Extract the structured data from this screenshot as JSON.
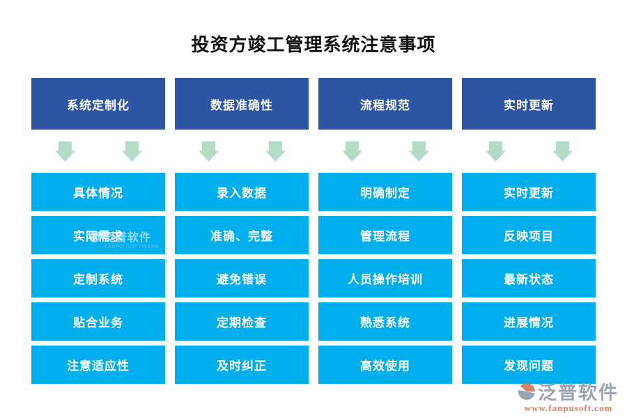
{
  "title": "投资方竣工管理系统注意事项",
  "colors": {
    "header_bg": "#2e55a3",
    "box_bg": "#00aeee",
    "arrow": "#b3dcc6",
    "title_color": "#111111",
    "logo_gray": "#9aa3b2",
    "logo_salmon": "#d9806a"
  },
  "columns": [
    {
      "header": "系统定制化",
      "items": [
        "具体情况",
        "实际需求",
        "定制系统",
        "贴合业务",
        "注意适应性"
      ]
    },
    {
      "header": "数据准确性",
      "items": [
        "录入数据",
        "准确、完整",
        "避免错误",
        "定期检查",
        "及时纠正"
      ]
    },
    {
      "header": "流程规范",
      "items": [
        "明确制定",
        "管理流程",
        "人员操作培训",
        "熟悉系统",
        "高效使用"
      ]
    },
    {
      "header": "实时更新",
      "items": [
        "实时更新",
        "反映项目",
        "最新状态",
        "进展情况",
        "发现问题"
      ]
    }
  ],
  "watermark": {
    "brand": "泛普软件",
    "caption": "FANPU SOFTWARE"
  },
  "footer": {
    "brand": "泛普软件",
    "url": "www.fanpusoft.com"
  }
}
